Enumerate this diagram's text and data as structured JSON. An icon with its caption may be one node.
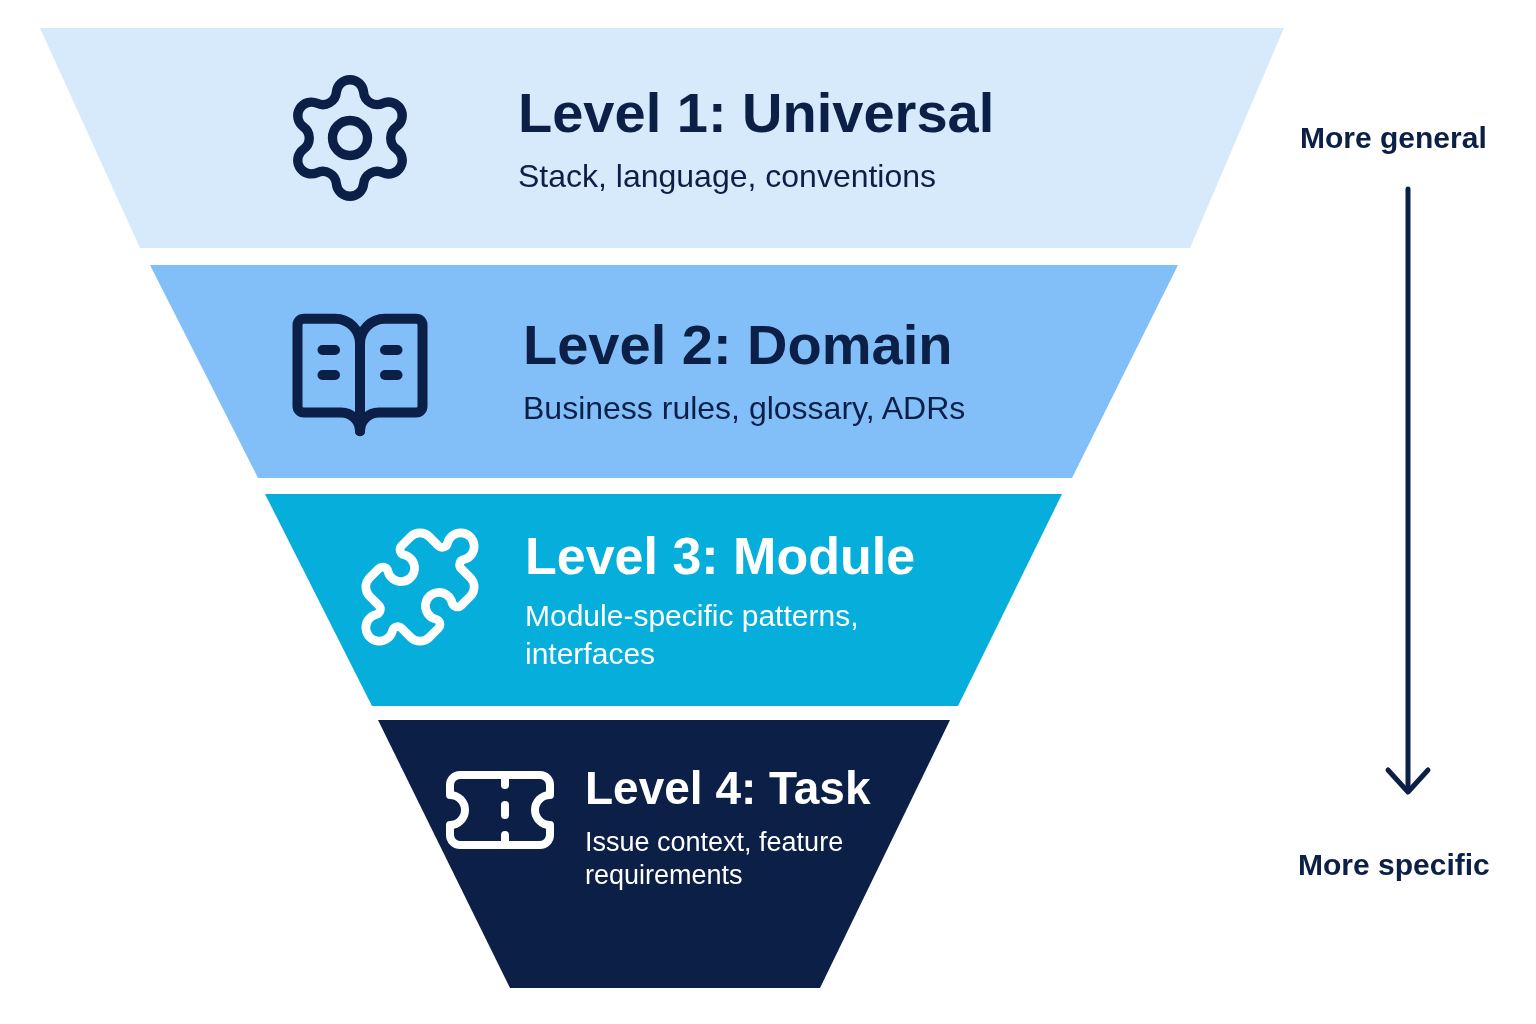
{
  "diagram": {
    "nodes": [
      {
        "text": [
          "Level 1: Universal",
          "Stack, language, conventions"
        ]
      },
      {
        "text": [
          "Level 2: Domain",
          "Business rules, glossary, ADRs"
        ]
      },
      {
        "text": [
          "Level 3: Module",
          "Module-specific patterns, interfaces"
        ]
      },
      {
        "text": [
          "Level 4: Task",
          "Issue context, feature requirements"
        ]
      }
    ],
    "labels": [
      "More general",
      "More specific"
    ]
  }
}
